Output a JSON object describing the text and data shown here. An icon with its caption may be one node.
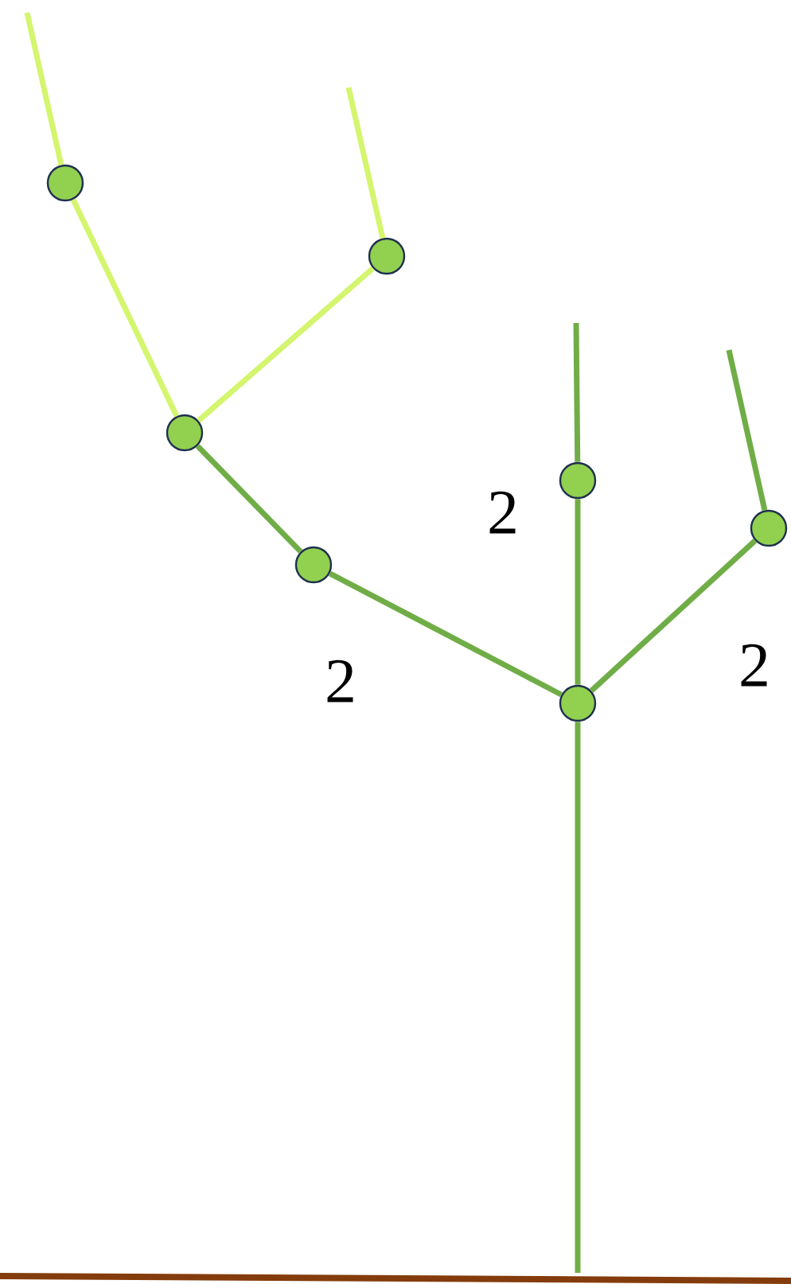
{
  "diagram": {
    "nodes": [
      {
        "text": [],
        "shape": "circle"
      },
      {
        "text": [],
        "shape": "circle"
      },
      {
        "text": [],
        "shape": "circle"
      },
      {
        "text": [],
        "shape": "circle"
      },
      {
        "text": [],
        "shape": "circle"
      },
      {
        "text": [],
        "shape": "circle"
      },
      {
        "text": [],
        "shape": "circle"
      }
    ],
    "edges": [
      {
        "from": null,
        "to": 0,
        "arrow": "none",
        "color": "#d4f56e"
      },
      {
        "from": 0,
        "to": 2,
        "arrow": "none",
        "color": "#d4f56e"
      },
      {
        "from": null,
        "to": 1,
        "arrow": "none",
        "color": "#d4f56e"
      },
      {
        "from": 1,
        "to": 2,
        "arrow": "none",
        "color": "#d4f56e"
      },
      {
        "from": 2,
        "to": 5,
        "arrow": "none"
      },
      {
        "from": 5,
        "to": 6,
        "arrow": "none"
      },
      {
        "from": null,
        "to": 3,
        "arrow": "none"
      },
      {
        "from": 3,
        "to": 6,
        "arrow": "none"
      },
      {
        "from": null,
        "to": 4,
        "arrow": "none"
      },
      {
        "from": 4,
        "to": 6,
        "arrow": "none"
      },
      {
        "from": 6,
        "to": null,
        "arrow": "none"
      }
    ],
    "labels": [
      "2",
      "2",
      "2"
    ]
  }
}
